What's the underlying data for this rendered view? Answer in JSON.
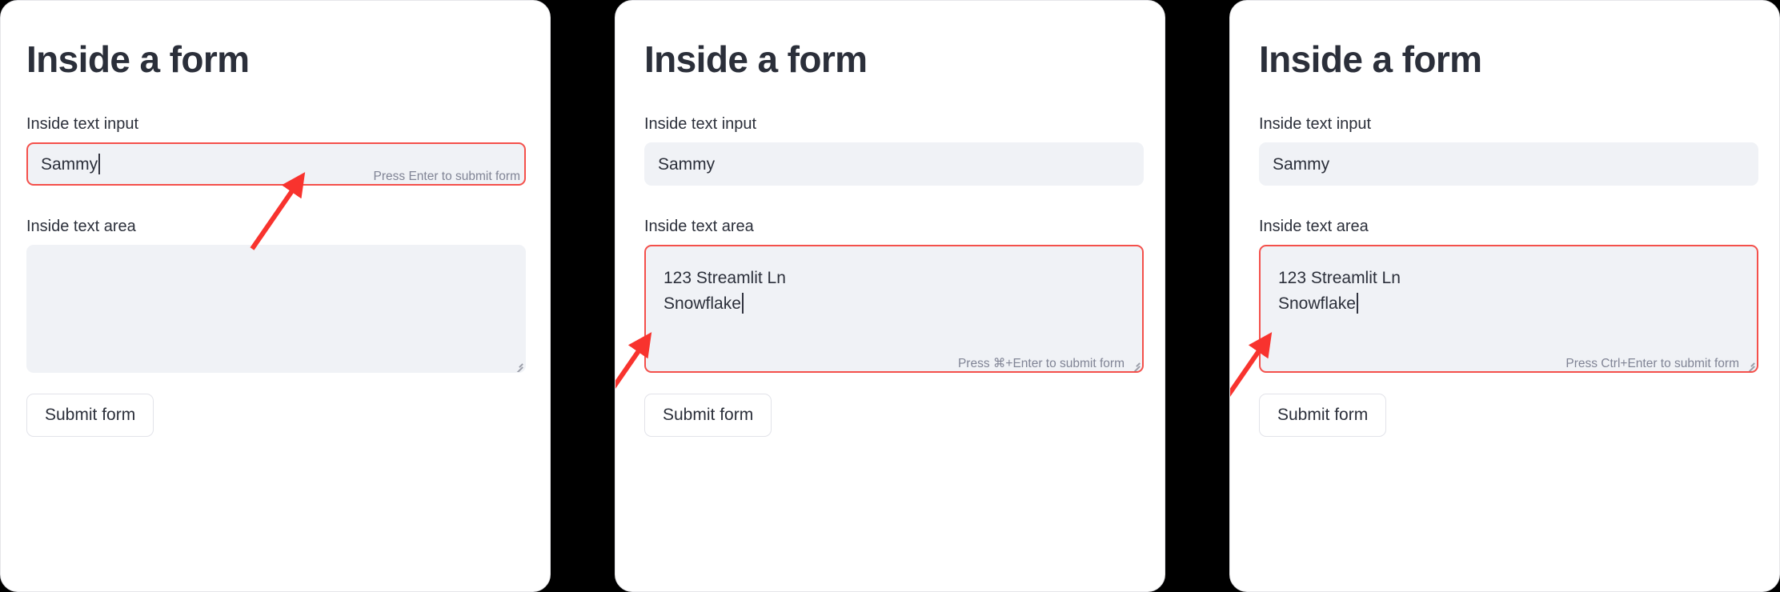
{
  "background_color": "#000000",
  "accent_color": "#f4504b",
  "text_color": "#2b2f3a",
  "hint_color": "#808495",
  "field_bg": "#f0f2f6",
  "panels": [
    {
      "id": "panel-enter",
      "title": "Inside a form",
      "text_input": {
        "label": "Inside text input",
        "value": "Sammy",
        "focused": true,
        "caret": true,
        "hint": "Press Enter to submit form"
      },
      "text_area": {
        "label": "Inside text area",
        "value": "",
        "focused": false,
        "caret": false,
        "hint": ""
      },
      "submit_label": "Submit form",
      "annotation": "arrow-pointing-to-text-input-hint"
    },
    {
      "id": "panel-cmd-enter",
      "title": "Inside a form",
      "text_input": {
        "label": "Inside text input",
        "value": "Sammy",
        "focused": false,
        "caret": false,
        "hint": ""
      },
      "text_area": {
        "label": "Inside text area",
        "value": "123 Streamlit Ln\nSnowflake",
        "focused": true,
        "caret": true,
        "hint": "Press ⌘+Enter to submit form"
      },
      "submit_label": "Submit form",
      "annotation": "arrow-pointing-to-text-area-hint"
    },
    {
      "id": "panel-ctrl-enter",
      "title": "Inside a form",
      "text_input": {
        "label": "Inside text input",
        "value": "Sammy",
        "focused": false,
        "caret": false,
        "hint": ""
      },
      "text_area": {
        "label": "Inside text area",
        "value": "123 Streamlit Ln\nSnowflake",
        "focused": true,
        "caret": true,
        "hint": "Press Ctrl+Enter to submit form"
      },
      "submit_label": "Submit form",
      "annotation": "arrow-pointing-to-text-area-hint"
    }
  ]
}
